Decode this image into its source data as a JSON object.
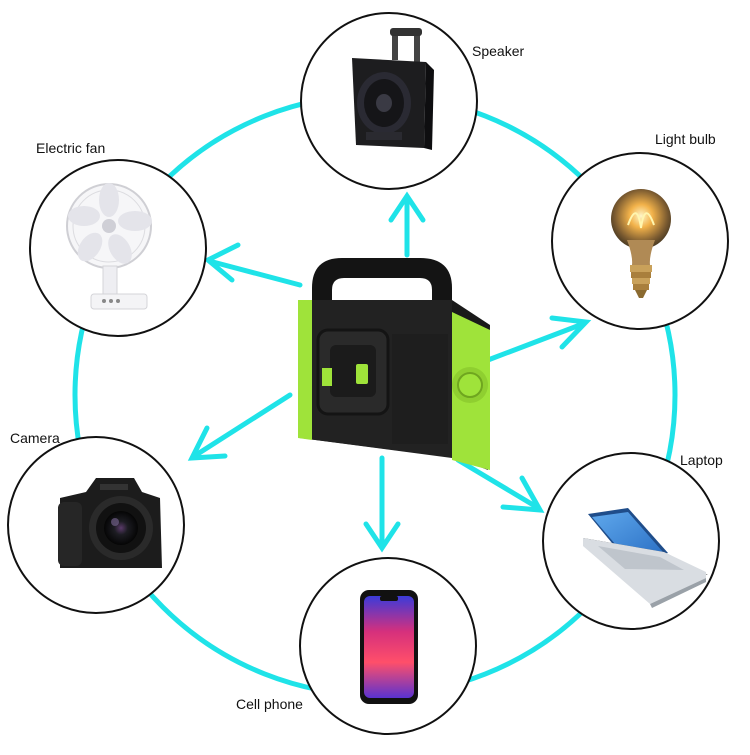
{
  "diagram": {
    "ring_color": "#1fe3e8",
    "accent_green": "#9fe33a",
    "center": {
      "name": "portable power station"
    },
    "devices": [
      {
        "id": "speaker",
        "label": "Speaker"
      },
      {
        "id": "light-bulb",
        "label": "Light bulb"
      },
      {
        "id": "laptop",
        "label": "Laptop"
      },
      {
        "id": "cell-phone",
        "label": "Cell phone"
      },
      {
        "id": "camera",
        "label": "Camera"
      },
      {
        "id": "electric-fan",
        "label": "Electric fan"
      }
    ]
  }
}
